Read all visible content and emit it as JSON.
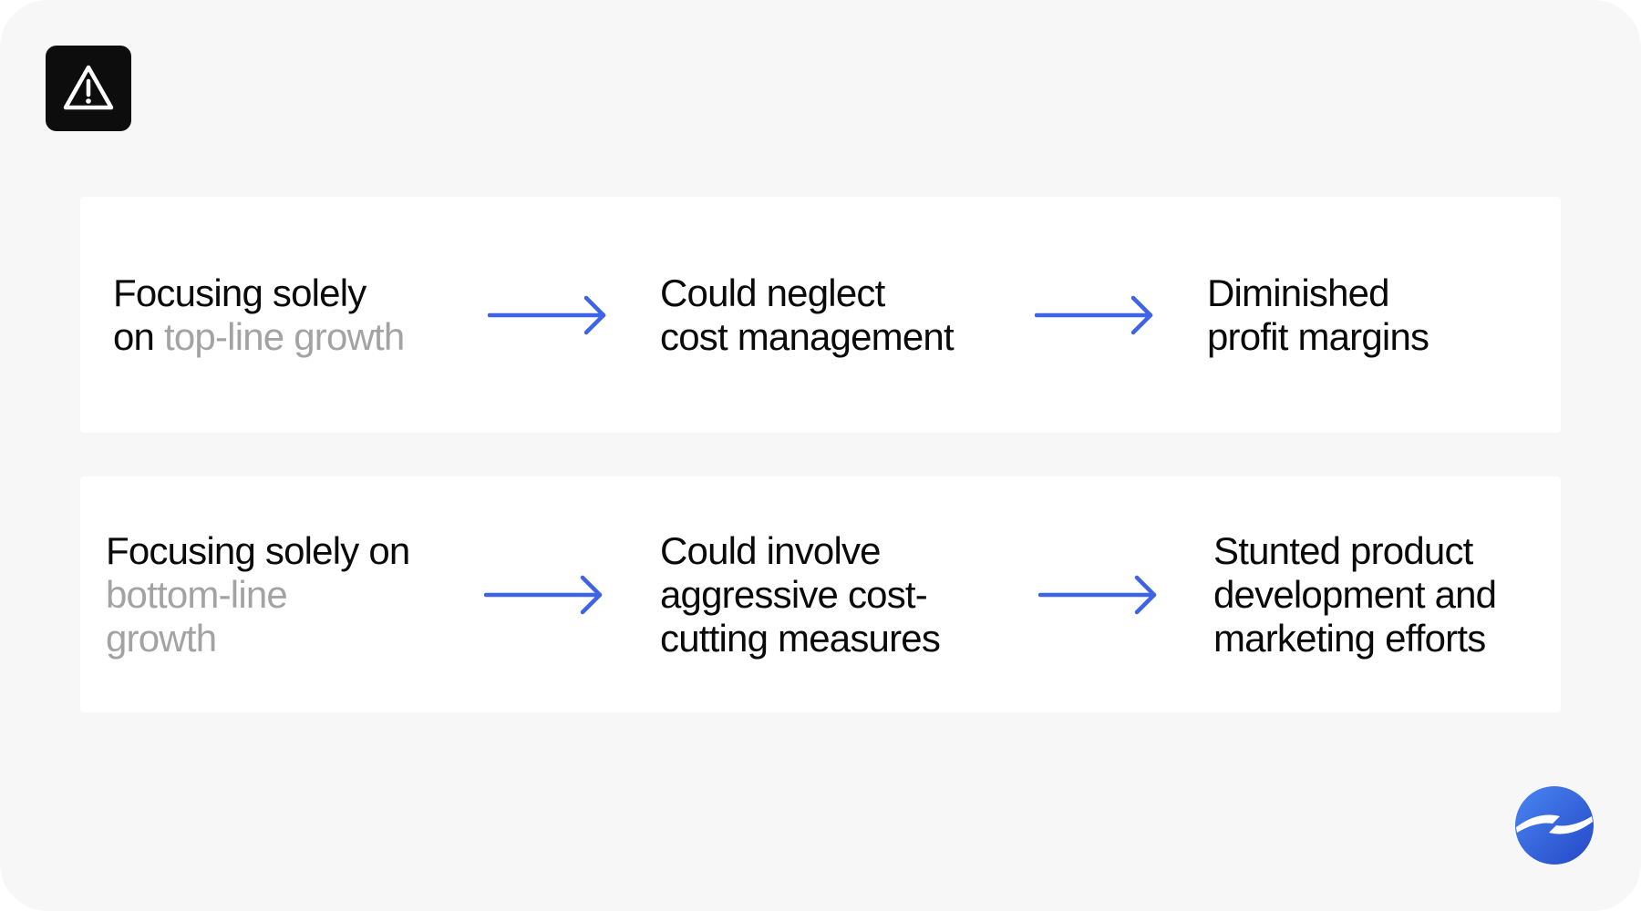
{
  "icons": {
    "warning": "warning-triangle-icon",
    "arrow": "arrow-right-icon",
    "logo": "brand-globe-logo"
  },
  "colors": {
    "background": "#f7f7f7",
    "card": "#ffffff",
    "text": "#0a0a0a",
    "muted_text": "#a3a3a3",
    "arrow": "#3f63e6",
    "badge": "#0d0d0d",
    "logo_blue": "#2f5fe0"
  },
  "rows": [
    {
      "cause": {
        "prefix": "Focusing solely",
        "line2_prefix": "on ",
        "highlight": "top-line growth"
      },
      "effect": {
        "line1": "Could neglect",
        "line2": "cost management"
      },
      "result": {
        "line1": "Diminished",
        "line2": "profit margins"
      }
    },
    {
      "cause": {
        "prefix": "Focusing solely on",
        "highlight_line1": "bottom-line",
        "highlight_line2": "growth"
      },
      "effect": {
        "line1": "Could involve",
        "line2": "aggressive cost-",
        "line3": "cutting measures"
      },
      "result": {
        "line1": "Stunted product",
        "line2": "development and",
        "line3": "marketing efforts"
      }
    }
  ]
}
